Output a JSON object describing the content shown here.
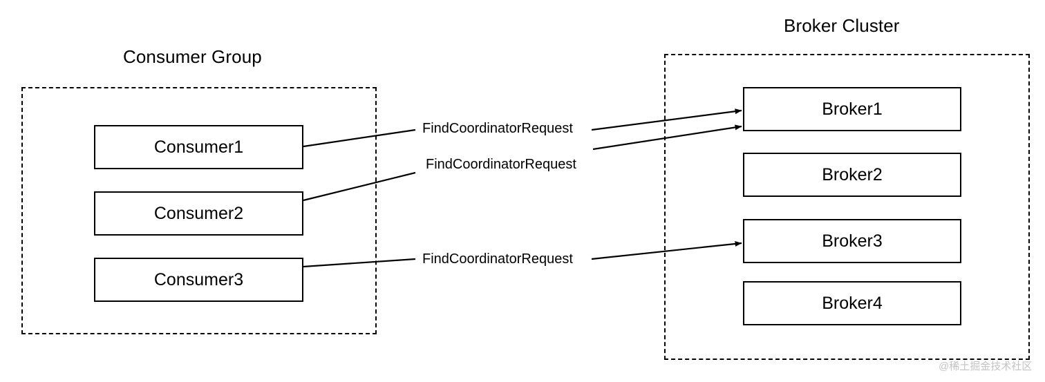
{
  "diagram": {
    "title_consumer_group": "Consumer Group",
    "title_broker_cluster": "Broker Cluster",
    "consumers": [
      {
        "label": "Consumer1"
      },
      {
        "label": "Consumer2"
      },
      {
        "label": "Consumer3"
      }
    ],
    "brokers": [
      {
        "label": "Broker1"
      },
      {
        "label": "Broker2"
      },
      {
        "label": "Broker3"
      },
      {
        "label": "Broker4"
      }
    ],
    "edges": [
      {
        "label": "FindCoordinatorRequest",
        "from": "Consumer1",
        "to": "Broker1"
      },
      {
        "label": "FindCoordinatorRequest",
        "from": "Consumer2",
        "to": "Broker1"
      },
      {
        "label": "FindCoordinatorRequest",
        "from": "Consumer3",
        "to": "Broker3"
      }
    ],
    "watermark": "@稀土掘金技术社区",
    "colors": {
      "stroke": "#000000",
      "background": "#ffffff",
      "watermark": "#b9b9b9"
    }
  }
}
